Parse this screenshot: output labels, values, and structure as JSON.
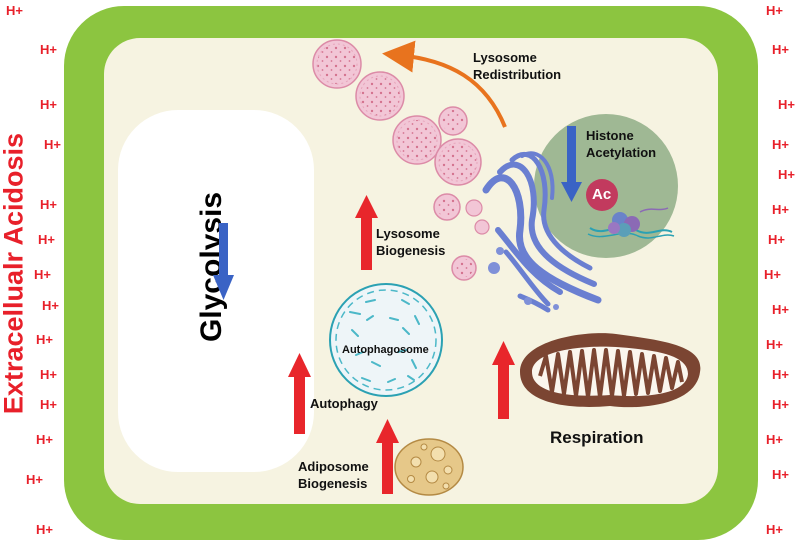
{
  "hplus_label": "H+",
  "side_label": "Extracellualr Acidosis",
  "glycolysis": "Glycolysis",
  "lysosome_redistribution": "Lysosome Redistribution",
  "lysosome_biogenesis": "Lysosome Biogenesis",
  "histone_acetylation": "Histone Acetylation",
  "ac_label": "Ac",
  "autophagosome": "Autophagosome",
  "autophagy": "Autophagy",
  "adiposome_biogenesis": "Adiposome Biogenesis",
  "respiration": "Respiration",
  "colors": {
    "proton": "#e8202a",
    "cell_wall": "#8cc540",
    "cytoplasm": "#f6f3e1",
    "increase_arrow": "#e8262b",
    "decrease_arrow": "#3a63c5",
    "lysosome": "#f2c6d6",
    "nucleus": "#9fb894",
    "mitochondrion": "#7b4532"
  }
}
